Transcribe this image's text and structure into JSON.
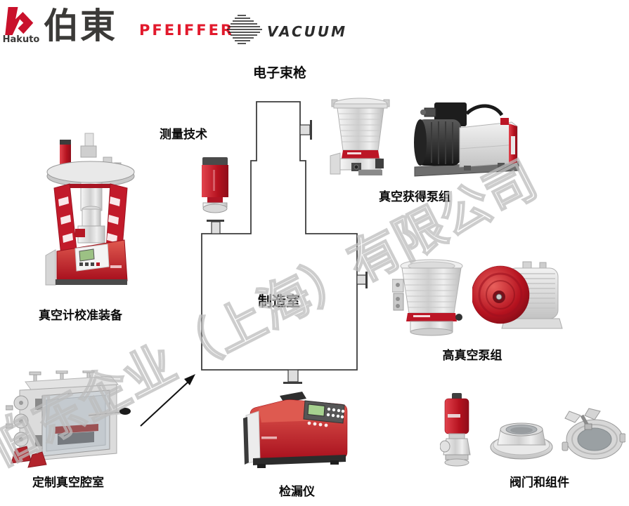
{
  "logo": {
    "hakuto_text": "Hakuto",
    "hakuto_cn": "伯東",
    "pfeiffer": "PFEIFFER",
    "vacuum": "VACUUM"
  },
  "diagram": {
    "title": "电子束枪",
    "chamber_label": "制造室",
    "labels": {
      "measurement_technology": "测量技术",
      "vacuum_generation_pumps": "真空获得泵组",
      "gauge_calibration_equipment": "真空计校准装备",
      "high_vacuum_pumps": "高真空泵组",
      "custom_vacuum_chamber": "定制真空腔室",
      "leak_detector": "检漏仪",
      "valves_and_components": "阀门和组件"
    }
  },
  "watermark": {
    "text": "伯东企业（上海）有限公司"
  },
  "colors": {
    "brand_red": "#c9112b",
    "pfeiffer_red": "#e2192c",
    "product_red": "#bc1626",
    "logo_gray": "#3b3a38",
    "outline_gray": "#3d3d3d",
    "watermark_gray": "#bcbcbc"
  }
}
